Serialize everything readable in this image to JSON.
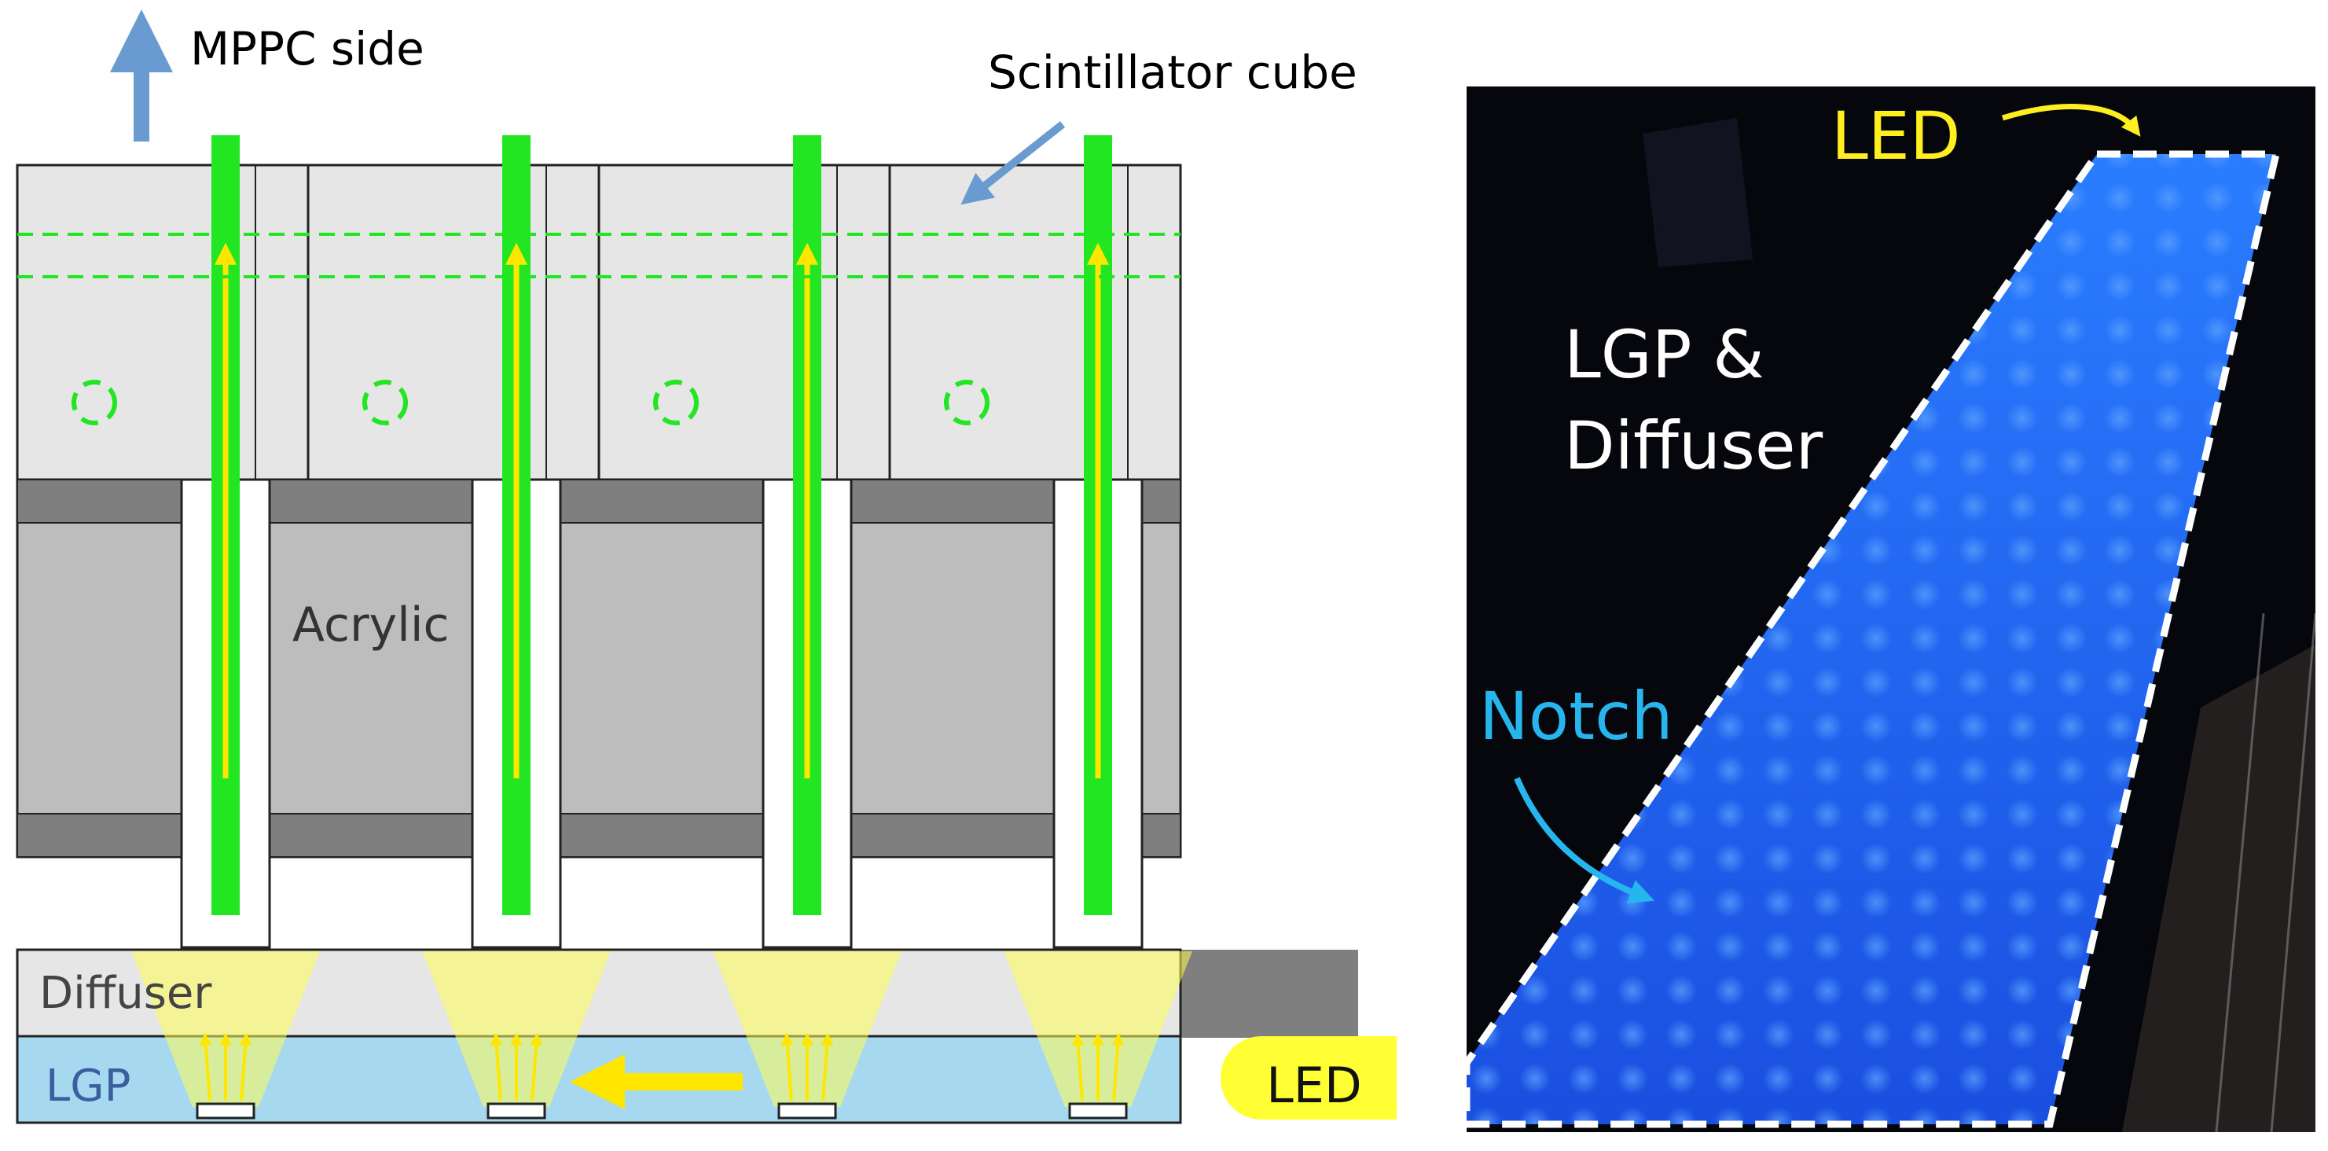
{
  "schematic": {
    "mppc_label": "MPPC side",
    "scintillator_label": "Scintillator cube",
    "acrylic_label": "Acrylic",
    "diffuser_label": "Diffuser",
    "lgp_label": "LGP",
    "led_label": "LED",
    "cube_count": 4,
    "colors": {
      "cube_fill": "#e6e6e6",
      "acrylic_fill": "#bdbdbd",
      "acrylic_band": "#7f7f7f",
      "fiber": "#22e622",
      "light": "#ffff55",
      "light_arrow": "#ffe600",
      "lgp_fill": "#a6d8f0",
      "diffuser_fill": "#e6e6e6",
      "led_fill": "#ffff33",
      "mppc_arrow": "#6a9bd0",
      "label_blue_dark": "#3b5f9e"
    }
  },
  "photo": {
    "lgp_diffuser_label_line1": "LGP &",
    "lgp_diffuser_label_line2": "Diffuser",
    "notch_label": "Notch",
    "led_label": "LED",
    "colors": {
      "background": "#06070d",
      "panel_glow": "#1a5cff",
      "notch_text": "#27b5ee",
      "led_text": "#ffef1f",
      "outline": "#ffffff"
    }
  }
}
